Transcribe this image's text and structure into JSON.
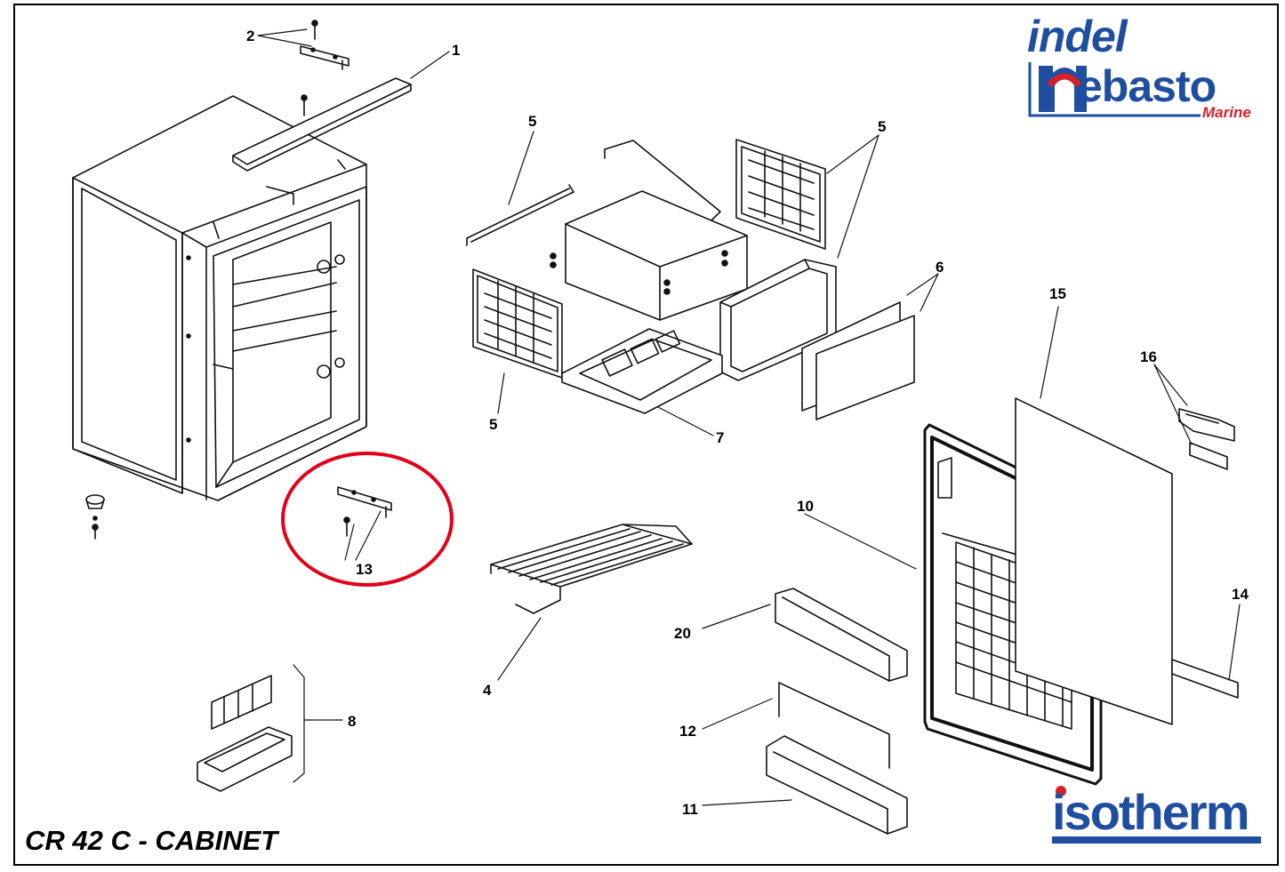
{
  "title": "CR 42 C - CABINET",
  "brands": {
    "indel": "indel",
    "webasto": "ebasto",
    "marine": "Marine",
    "isotherm": "isotherm",
    "blue": "#1f4ea1",
    "red": "#d6202a"
  },
  "callouts": {
    "c1": "1",
    "c2": "2",
    "c4": "4",
    "c5a": "5",
    "c5b": "5",
    "c5c": "5",
    "c6": "6",
    "c7": "7",
    "c8": "8",
    "c10": "10",
    "c11": "11",
    "c12": "12",
    "c13": "13",
    "c14": "14",
    "c15": "15",
    "c16": "16",
    "c20": "20"
  },
  "highlight_color": "#e3001b",
  "parts_icons": [
    "cabinet-body",
    "top-rail",
    "hinge-bracket",
    "back-wall-panels",
    "evaporator-box",
    "cover-panel",
    "control-tray",
    "wire-shelf",
    "ice-tray",
    "door",
    "door-panel",
    "door-handle",
    "door-shelf",
    "shelf-rail",
    "seal-strip"
  ]
}
